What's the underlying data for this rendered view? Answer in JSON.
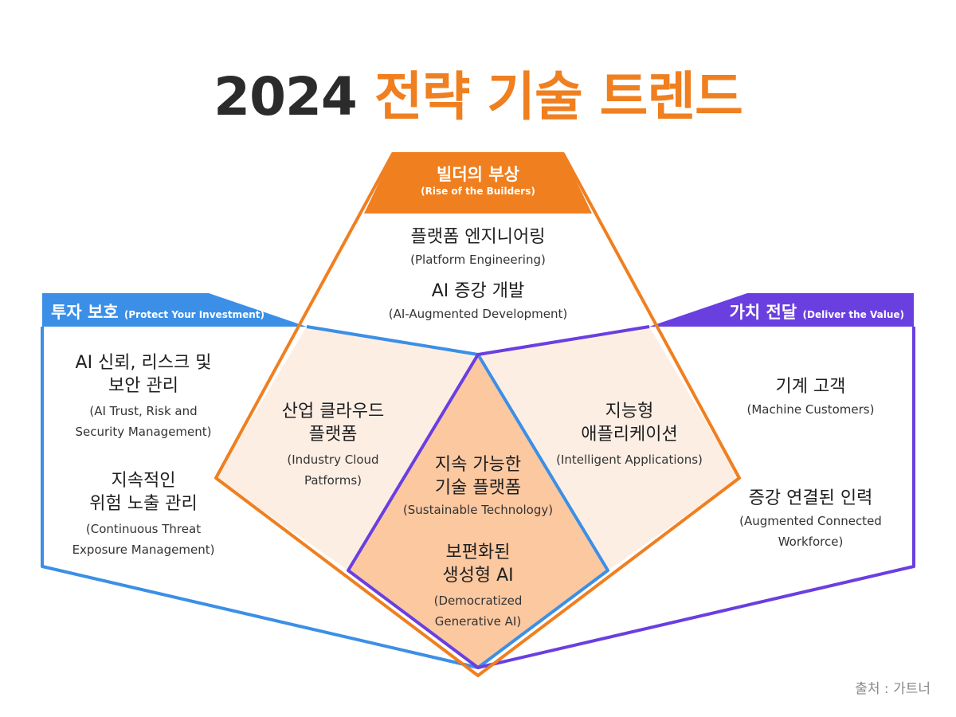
{
  "title": {
    "year": "2024",
    "text": "전략 기술 트렌드"
  },
  "colors": {
    "orange": "#f07f1f",
    "blue": "#3b8fe6",
    "purple": "#6a3fe0",
    "fill_light": "#fdeee4",
    "fill_center": "#fcc8a0"
  },
  "top_group": {
    "title": "빌더의 부상",
    "subtitle": "(Rise of the Builders)",
    "items": [
      {
        "ko": "플랫폼 엔지니어링",
        "en": "(Platform Engineering)"
      },
      {
        "ko": "AI 증강 개발",
        "en": "(AI-Augmented Development)"
      }
    ]
  },
  "left_group": {
    "title": "투자 보호",
    "subtitle": "(Protect Your Investment)",
    "items": [
      {
        "ko1": "AI 신뢰, 리스크 및",
        "ko2": "보안 관리",
        "en1": "(AI Trust, Risk and",
        "en2": "Security Management)"
      },
      {
        "ko1": "지속적인",
        "ko2": "위험 노출 관리",
        "en1": "(Continuous Threat",
        "en2": "Exposure Management)"
      }
    ]
  },
  "right_group": {
    "title": "가치 전달",
    "subtitle": "(Deliver the Value)",
    "items": [
      {
        "ko": "기계 고객",
        "en": "(Machine Customers)"
      },
      {
        "ko": "증강 연결된 인력",
        "en1": "(Augmented Connected",
        "en2": "Workforce)"
      }
    ]
  },
  "left_overlap": {
    "ko1": "산업 클라우드",
    "ko2": "플랫폼",
    "en1": "(Industry Cloud",
    "en2": "Patforms)"
  },
  "right_overlap": {
    "ko1": "지능형",
    "ko2": "애플리케이션",
    "en": "(Intelligent Applications)"
  },
  "center": [
    {
      "ko1": "지속 가능한",
      "ko2": "기술 플랫폼",
      "en": "(Sustainable Technology)"
    },
    {
      "ko1": "보편화된",
      "ko2": "생성형 AI",
      "en1": "(Democratized",
      "en2": "Generative AI)"
    }
  ],
  "source": "출처 : 가트너"
}
